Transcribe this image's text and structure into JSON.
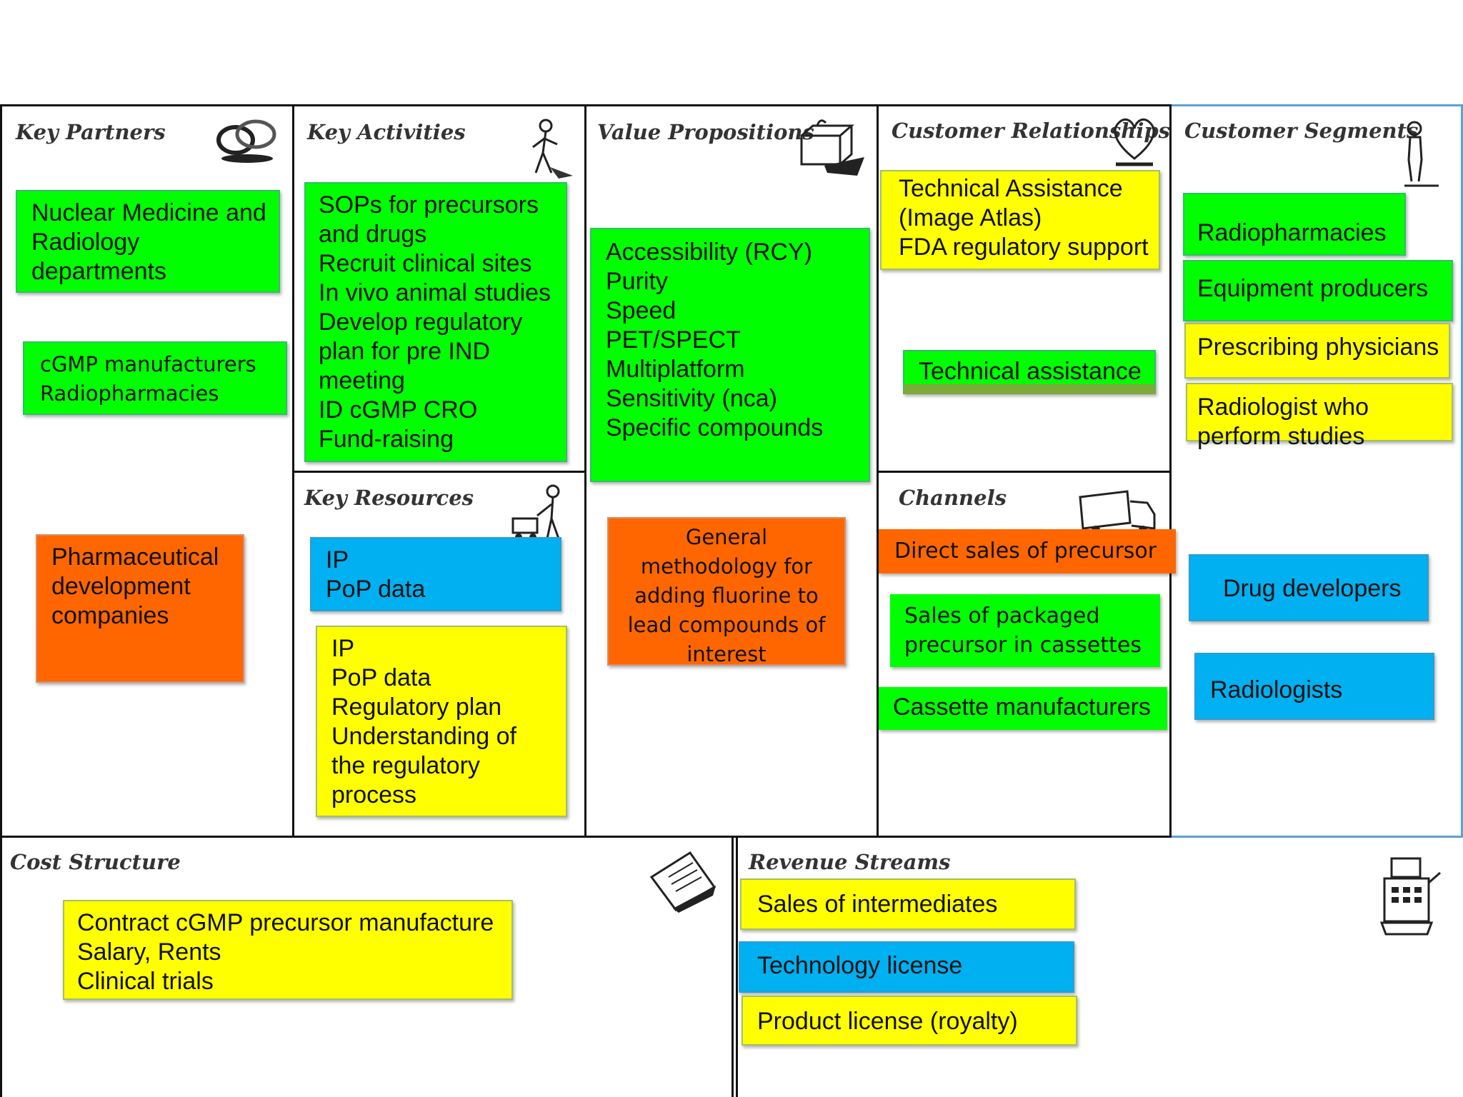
{
  "colors": {
    "green": "#00ff00",
    "yellow": "#ffff00",
    "orange": "#ff6600",
    "blue": "#00b0f0"
  },
  "sections": {
    "key_partners": {
      "title": "Key Partners",
      "icon": "linked-rings-icon",
      "notes": [
        {
          "text": "Nuclear Medicine and\nRadiology\ndepartments",
          "color": "green"
        },
        {
          "text": "cGMP manufacturers\nRadiopharmacies",
          "color": "green"
        },
        {
          "text": "Pharmaceutical\ndevelopment\ncompanies",
          "color": "orange"
        }
      ]
    },
    "key_activities": {
      "title": "Key Activities",
      "icon": "worker-icon",
      "notes": [
        {
          "text": "SOPs for precursors\nand drugs\nRecruit clinical sites\nIn vivo animal studies\nDevelop regulatory\nplan for pre IND\nmeeting\nID cGMP CRO\nFund-raising",
          "color": "green"
        }
      ]
    },
    "key_resources": {
      "title": "Key Resources",
      "icon": "worker-with-cart-icon",
      "notes": [
        {
          "text": "IP\nPoP data",
          "color": "blue"
        },
        {
          "text": "IP\nPoP data\nRegulatory plan\nUnderstanding of\nthe regulatory\nprocess",
          "color": "yellow"
        }
      ]
    },
    "value_propositions": {
      "title": "Value Propositions",
      "icon": "gift-box-icon",
      "notes": [
        {
          "text": "Accessibility (RCY)\nPurity\nSpeed\nPET/SPECT\nMultiplatform\nSensitivity (nca)\nSpecific compounds",
          "color": "green"
        },
        {
          "text": "General\nmethodology for\nadding fluorine to\nlead compounds of\ninterest",
          "color": "orange"
        }
      ]
    },
    "customer_relationships": {
      "title": "Customer Relationships",
      "icon": "heart-icon",
      "notes": [
        {
          "text": "Technical Assistance\n(Image Atlas)\nFDA regulatory support",
          "color": "yellow"
        },
        {
          "text": "Technical assistance",
          "color": "green"
        }
      ]
    },
    "channels": {
      "title": "Channels",
      "icon": "delivery-truck-icon",
      "notes": [
        {
          "text": "Direct sales of precursor",
          "color": "orange"
        },
        {
          "text": "Sales of packaged\nprecursor in cassettes",
          "color": "green"
        },
        {
          "text": "Cassette manufacturers",
          "color": "green"
        }
      ]
    },
    "customer_segments": {
      "title": "Customer Segments",
      "icon": "person-icon",
      "notes": [
        {
          "text": "Radiopharmacies",
          "color": "green"
        },
        {
          "text": "Equipment producers",
          "color": "green"
        },
        {
          "text": "Prescribing physicians",
          "color": "yellow"
        },
        {
          "text": "Radiologist who\nperform studies",
          "color": "yellow"
        },
        {
          "text": "Drug developers",
          "color": "blue"
        },
        {
          "text": "Radiologists",
          "color": "blue"
        }
      ]
    },
    "cost_structure": {
      "title": "Cost Structure",
      "icon": "document-icon",
      "notes": [
        {
          "text": "Contract cGMP precursor manufacture\nSalary, Rents\nClinical trials",
          "color": "yellow"
        }
      ]
    },
    "revenue_streams": {
      "title": "Revenue Streams",
      "icon": "cash-register-icon",
      "notes": [
        {
          "text": "Sales of intermediates",
          "color": "yellow"
        },
        {
          "text": "Technology license",
          "color": "blue"
        },
        {
          "text": "Product license (royalty)",
          "color": "yellow"
        }
      ]
    }
  }
}
